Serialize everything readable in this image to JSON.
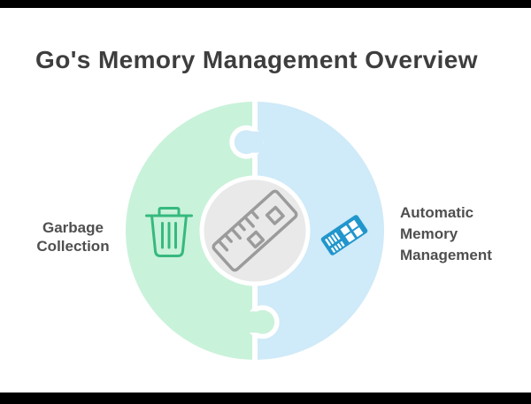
{
  "title": "Go's Memory Management Overview",
  "sections": {
    "left": {
      "label_lines": [
        "Garbage",
        "Collection"
      ],
      "icon": "trash-icon"
    },
    "right": {
      "label_lines": [
        "Automatic",
        "Memory",
        "Management"
      ],
      "icon": "ram-icon"
    },
    "center": {
      "icon": "ruler-icon"
    }
  },
  "colors": {
    "green_half": "#c9f2da",
    "blue_half": "#cfeaf8",
    "green_icon": "#36b97e",
    "blue_icon": "#2196cc",
    "gray_icon": "#9b9b9b",
    "center_fill": "#e9e9e9",
    "title_text": "#3e3e3e",
    "label_text": "#4f4f4f"
  }
}
